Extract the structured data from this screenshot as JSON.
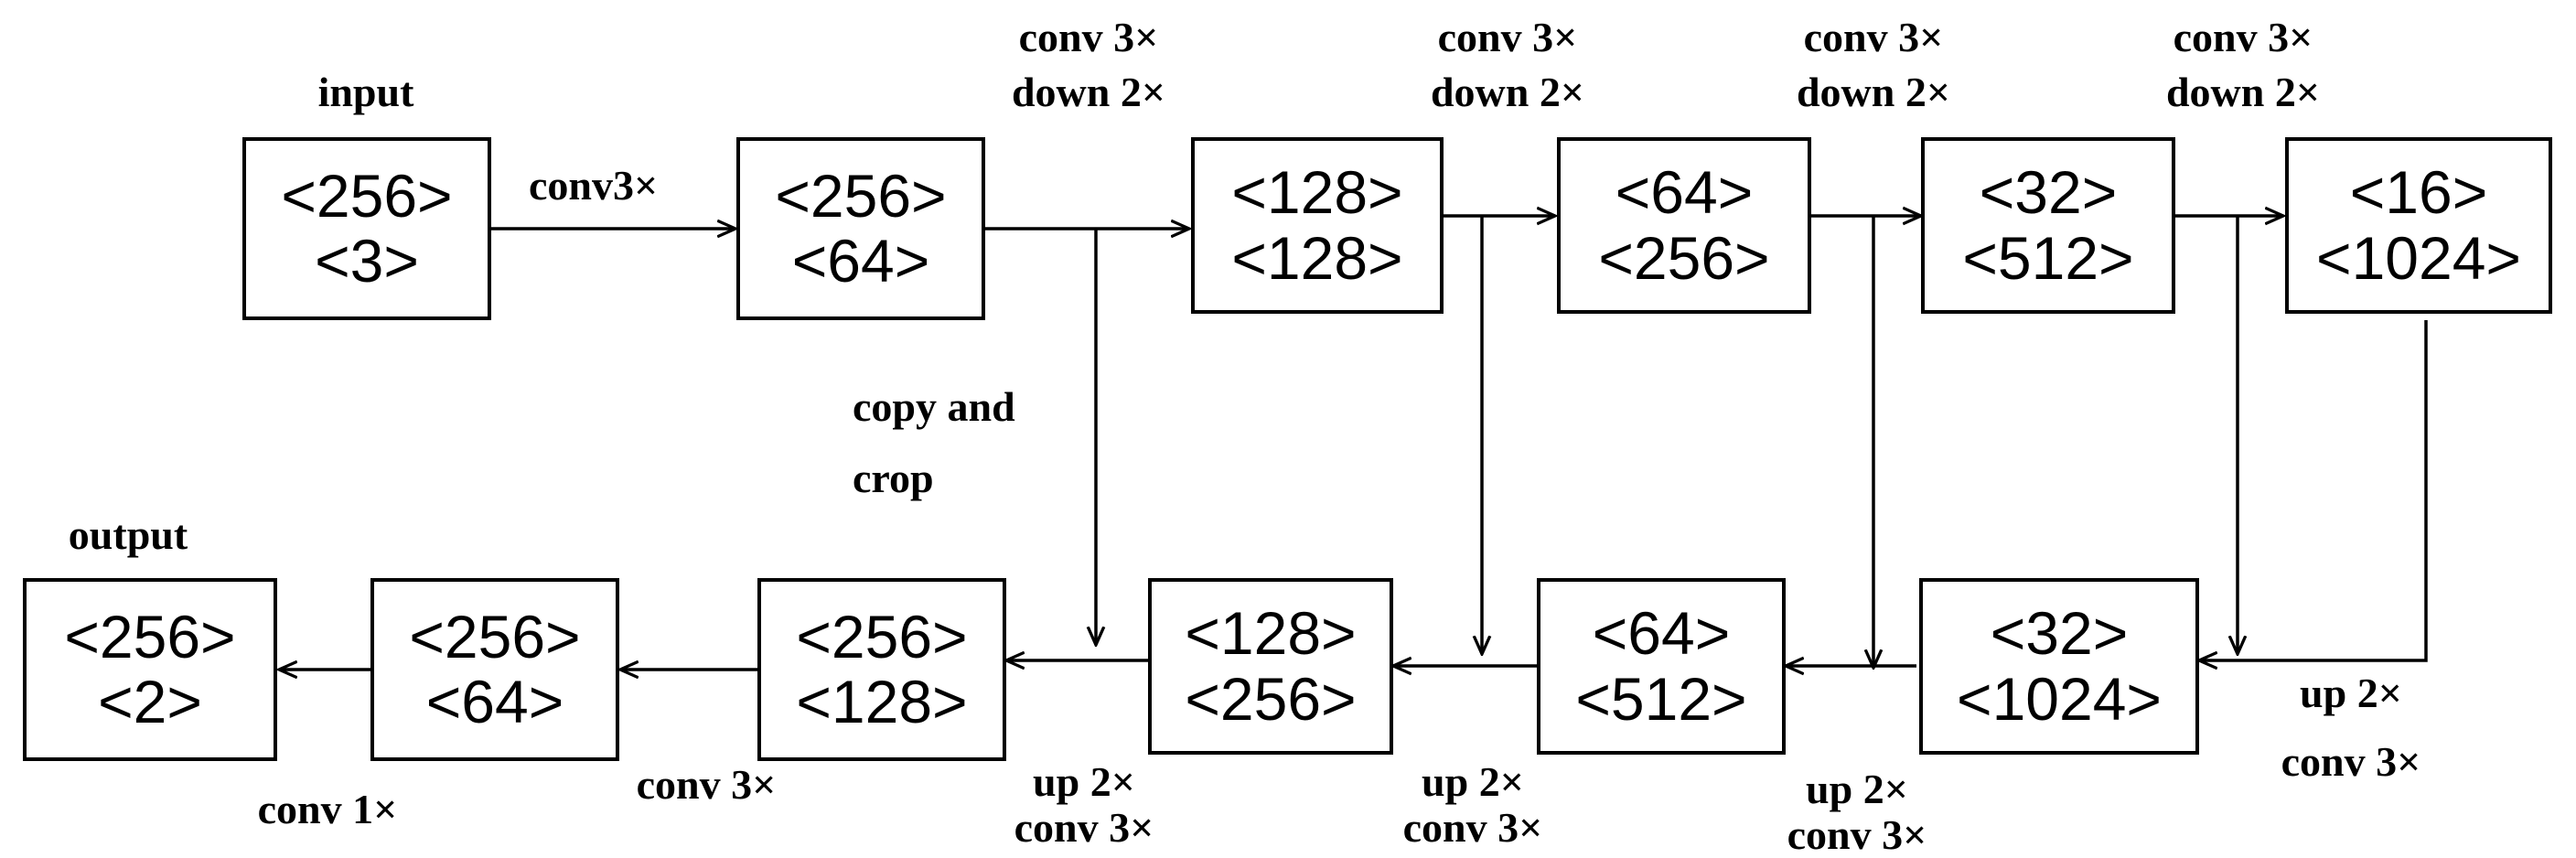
{
  "encoder": [
    {
      "id": "e1",
      "size": "<256>",
      "channels": "<3>",
      "title": "input"
    },
    {
      "id": "e2",
      "size": "<256>",
      "channels": "<64>"
    },
    {
      "id": "e3",
      "size": "<128>",
      "channels": "<128>"
    },
    {
      "id": "e4",
      "size": "<64>",
      "channels": "<256>"
    },
    {
      "id": "e5",
      "size": "<32>",
      "channels": "<512>"
    },
    {
      "id": "e6",
      "size": "<16>",
      "channels": "<1024>"
    }
  ],
  "decoder": [
    {
      "id": "d1",
      "size": "<256>",
      "channels": "<2>",
      "title": "output"
    },
    {
      "id": "d2",
      "size": "<256>",
      "channels": "<64>"
    },
    {
      "id": "d3",
      "size": "<256>",
      "channels": "<128>"
    },
    {
      "id": "d4",
      "size": "<128>",
      "channels": "<256>"
    },
    {
      "id": "d5",
      "size": "<64>",
      "channels": "<512>"
    },
    {
      "id": "d6",
      "size": "<32>",
      "channels": "<1024>"
    }
  ],
  "labels": {
    "first_conv": "conv3×",
    "down_conv": "conv 3×",
    "down_down": "down 2×",
    "copy_crop_line1": "copy and",
    "copy_crop_line2": "crop",
    "up": "up 2×",
    "up_conv": "conv 3×",
    "dec_conv3": "conv 3×",
    "dec_conv1": "conv 1×"
  }
}
